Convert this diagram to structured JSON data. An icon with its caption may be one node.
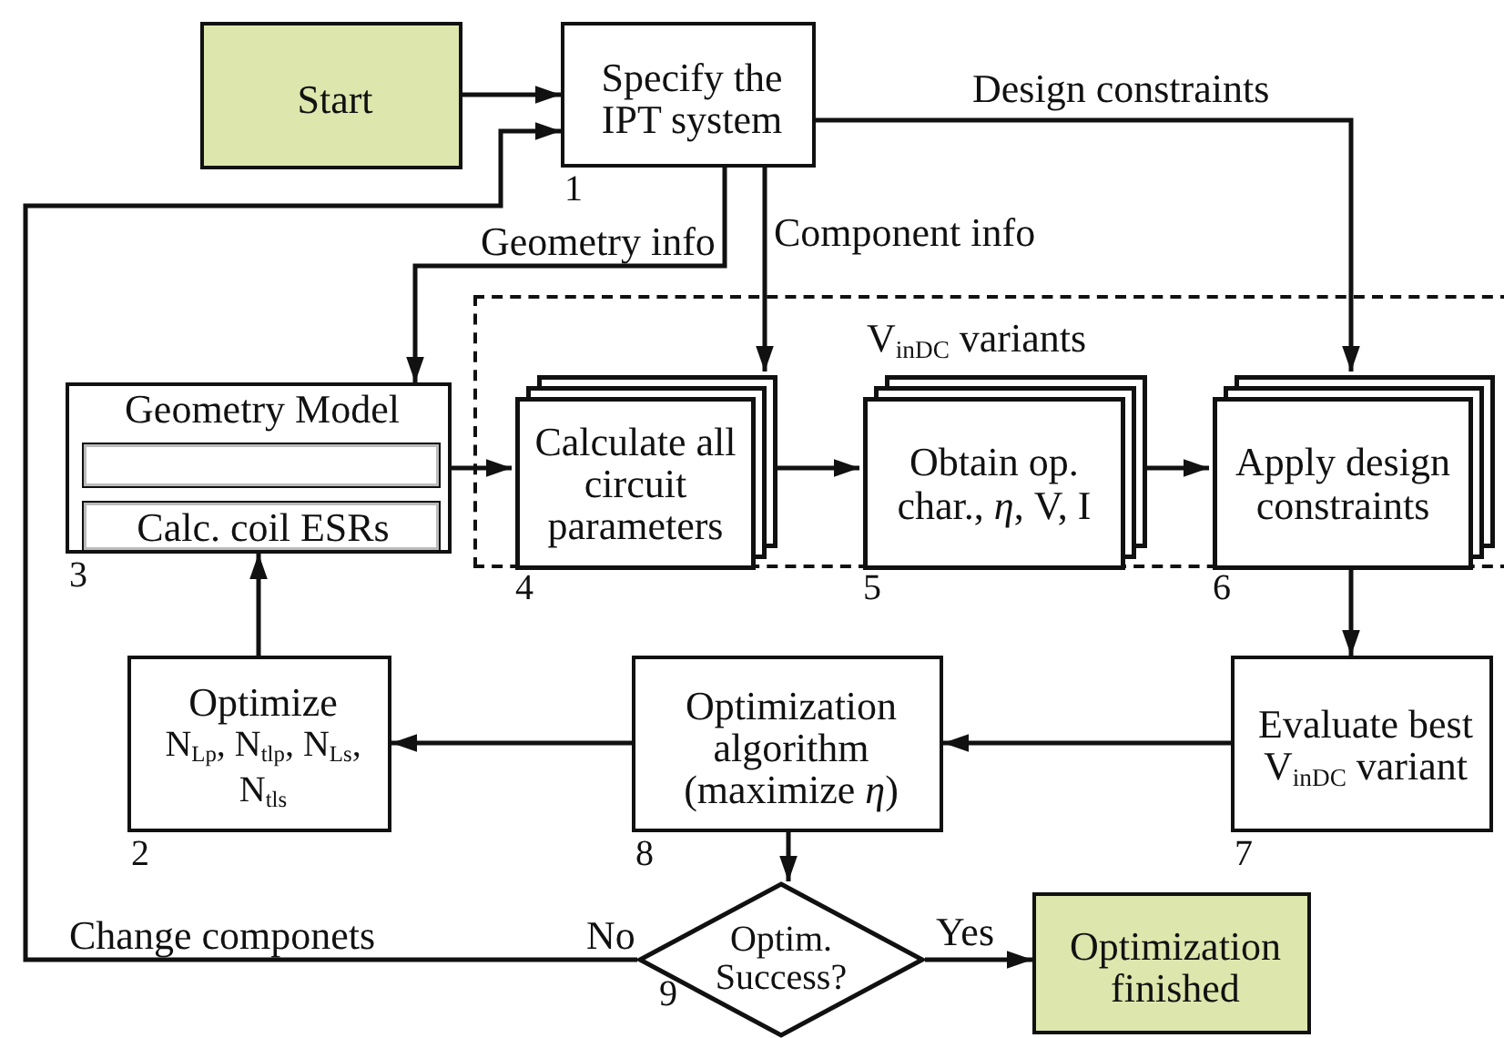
{
  "diagram": {
    "nodes": [
      {
        "text": [
          "Start"
        ]
      },
      {
        "text": [
          "Specify the IPT system"
        ],
        "beside": [
          "1"
        ]
      },
      {
        "text": [
          "Geometry Model"
        ],
        "beside": [
          "3"
        ]
      },
      {
        "text": [],
        "shape": "box",
        "in": 2
      },
      {
        "text": [
          "Calc. coil ESRs"
        ],
        "in": 2
      },
      {
        "text": [
          "V$_{inDC}$ variants"
        ]
      },
      {
        "text": [
          "Calculate all circuit parameters"
        ],
        "in": 5,
        "beside": [
          "4"
        ]
      },
      {
        "text": [
          "Obtain op. char., *η*, V, I"
        ],
        "in": 5,
        "beside": [
          "5"
        ]
      },
      {
        "text": [
          "Apply design constraints"
        ],
        "in": 5,
        "beside": [
          "6"
        ]
      },
      {
        "text": [
          "Optimize",
          "N$_{Lp}$, N$_{tlp}$, N$_{Ls}$, N$_{tls}$"
        ],
        "beside": [
          "2"
        ]
      },
      {
        "text": [
          "Optimization algorithm (maximize *η*)"
        ],
        "beside": [
          "8"
        ]
      },
      {
        "text": [
          "Evaluate best V$_{inDC}$ variant"
        ],
        "beside": [
          "7"
        ]
      },
      {
        "text": [
          "Optim. Success?"
        ],
        "beside": [
          "9"
        ]
      },
      {
        "text": [
          "Optimization finished"
        ]
      }
    ],
    "edges": [
      {
        "from": 0,
        "to": 1,
        "arrow": "to"
      },
      {
        "from": 12,
        "to": 1,
        "arrow": "to",
        "label": "No"
      },
      {
        "from": 1,
        "to": 2,
        "arrow": "to",
        "label": "Geometry info"
      },
      {
        "from": 1,
        "to": 6,
        "arrow": "to",
        "label": "Component info"
      },
      {
        "from": 1,
        "to": 8,
        "arrow": "to",
        "label": "Design constraints"
      },
      {
        "from": 2,
        "to": 6,
        "arrow": "to"
      },
      {
        "from": 6,
        "to": 7,
        "arrow": "to"
      },
      {
        "from": 7,
        "to": 8,
        "arrow": "to"
      },
      {
        "from": 8,
        "to": 11,
        "arrow": "to"
      },
      {
        "from": 11,
        "to": 10,
        "arrow": "to"
      },
      {
        "from": 10,
        "to": 9,
        "arrow": "to"
      },
      {
        "from": 9,
        "to": 2,
        "arrow": "to"
      },
      {
        "from": 10,
        "to": 12,
        "arrow": "to"
      },
      {
        "from": 12,
        "to": 13,
        "arrow": "to",
        "label": "Yes"
      }
    ],
    "labels": [
      "Change componets"
    ]
  }
}
